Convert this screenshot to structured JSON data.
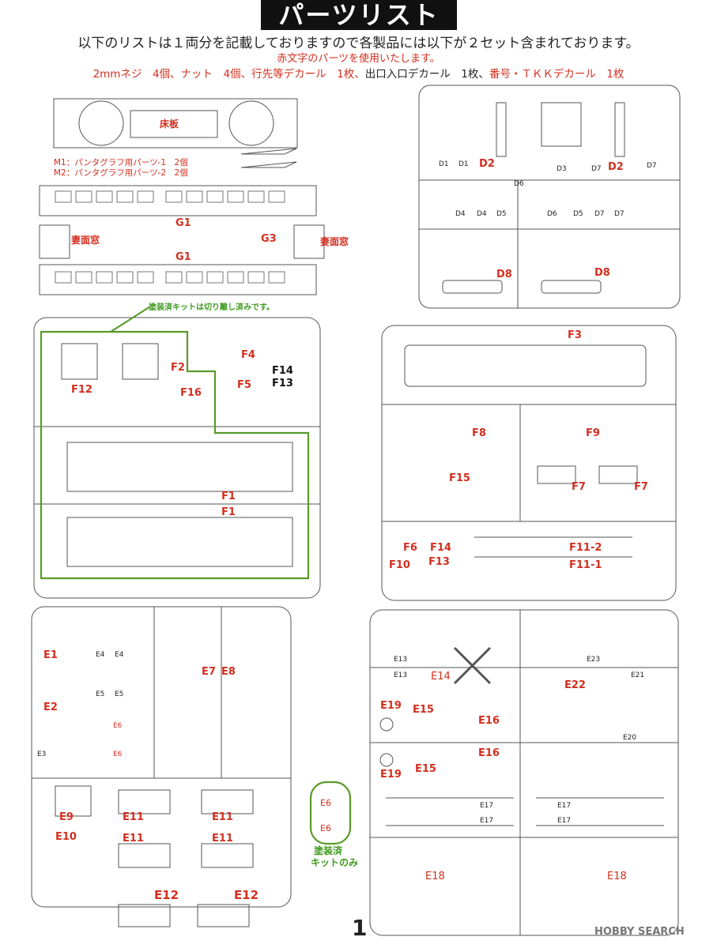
{
  "header": {
    "title": "パーツリスト",
    "intro": "以下のリストは１両分を記載しておりますので各製品には以下が２セット含まれております。",
    "red_note": "赤文字のパーツを使用いたします。",
    "parts_red_1": "2mmネジ　4個、ナット　4個、行先等デカール　1枚、",
    "parts_black": "出口入口デカール　1枚、",
    "parts_red_2": "番号・ＴＫＫデカール　1枚"
  },
  "floor": {
    "label": "床板",
    "m1": "M1：パンタグラフ用パーツ-1　2個",
    "m2": "M2：パンタグラフ用パーツ-2　2個"
  },
  "g_sprue": {
    "g1_top": "G1",
    "g1_bottom": "G1",
    "g3": "G3",
    "end_window_left": "妻面窓",
    "end_window_right": "妻面窓"
  },
  "d_sprue": {
    "labels": [
      "D1",
      "D1",
      "D2",
      "D3",
      "D7",
      "D2",
      "D7",
      "D6",
      "D4",
      "D4",
      "D5",
      "D6",
      "D5",
      "D7",
      "D7",
      "D8",
      "D8"
    ]
  },
  "f_left": {
    "note": "塗装済キットは切り離し済みです。",
    "labels": [
      "F4",
      "F14",
      "F13",
      "F2",
      "F12",
      "F16",
      "F5",
      "F1",
      "F1"
    ]
  },
  "f_right": {
    "labels": [
      "F3",
      "F8",
      "F9",
      "F15",
      "F7",
      "F7",
      "F6",
      "F14",
      "F10",
      "F13",
      "F11-2",
      "F11-1"
    ]
  },
  "e_left": {
    "labels": [
      "E1",
      "E4",
      "E4",
      "E7",
      "E8",
      "E2",
      "E5",
      "E5",
      "E6",
      "E6",
      "E3",
      "E9",
      "E11",
      "E11",
      "E10",
      "E11",
      "E11",
      "E12",
      "E12"
    ]
  },
  "e_small": {
    "labels": [
      "E6",
      "E6"
    ],
    "note_line1": "塗装済",
    "note_line2": "キットのみ"
  },
  "e_right": {
    "labels": [
      "E13",
      "E13",
      "E14",
      "E23",
      "E21",
      "E22",
      "E19",
      "E15",
      "E16",
      "E20",
      "E16",
      "E19",
      "E15",
      "E17",
      "E17",
      "E17",
      "E17",
      "E18",
      "E18"
    ]
  },
  "page_number": "1",
  "watermark": "HOBBY SEARCH",
  "colors": {
    "red": "#d32f1f",
    "green": "#5a9a2a",
    "line": "#555555"
  }
}
